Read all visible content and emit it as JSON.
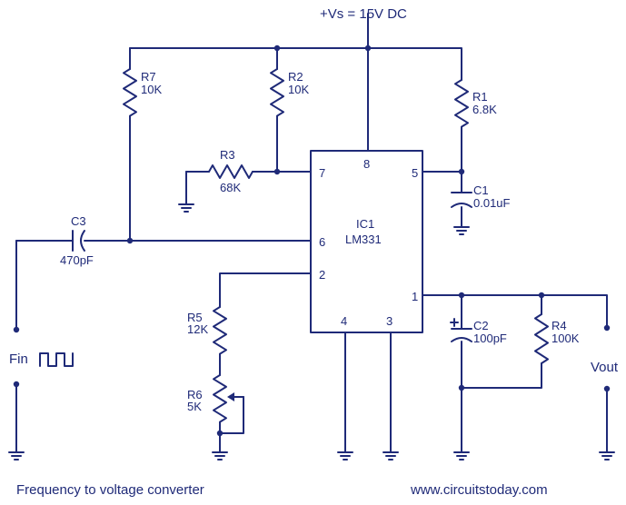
{
  "supply": {
    "label": "+Vs = 15V DC"
  },
  "ic": {
    "name": "IC1",
    "part": "LM331",
    "pins": {
      "p1": "1",
      "p2": "2",
      "p3": "3",
      "p4": "4",
      "p5": "5",
      "p6": "6",
      "p7": "7",
      "p8": "8"
    }
  },
  "components": {
    "r1": {
      "ref": "R1",
      "value": "6.8K"
    },
    "r2": {
      "ref": "R2",
      "value": "10K"
    },
    "r3": {
      "ref": "R3",
      "value": "68K"
    },
    "r4": {
      "ref": "R4",
      "value": "100K"
    },
    "r5": {
      "ref": "R5",
      "value": "12K"
    },
    "r6": {
      "ref": "R6",
      "value": "5K"
    },
    "r7": {
      "ref": "R7",
      "value": "10K"
    },
    "c1": {
      "ref": "C1",
      "value": "0.01uF"
    },
    "c2": {
      "ref": "C2",
      "value": "100pF"
    },
    "c3": {
      "ref": "C3",
      "value": "470pF"
    }
  },
  "ports": {
    "fin": "Fin",
    "vout": "Vout"
  },
  "footer": {
    "title": "Frequency to voltage converter",
    "website": "www.circuitstoday.com"
  }
}
